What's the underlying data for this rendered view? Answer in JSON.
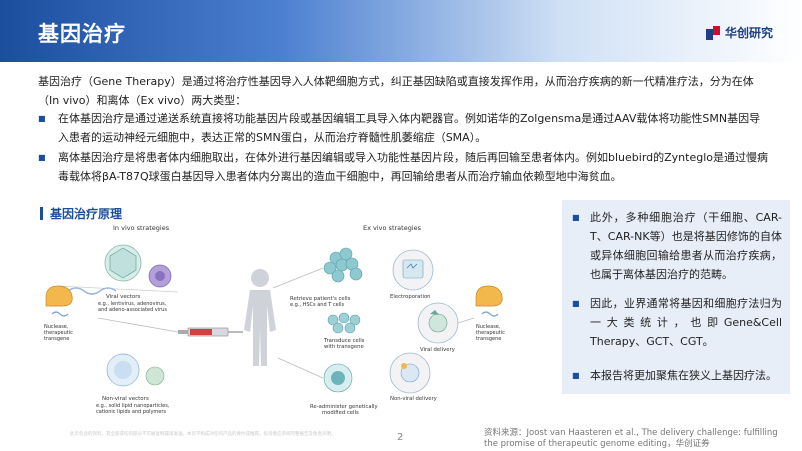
{
  "header": {
    "title": "基因治疗",
    "logo": {
      "text": "华创研究",
      "colors": {
        "blue": "#1c3f85",
        "red": "#c8102e"
      }
    }
  },
  "intro": "基因治疗（Gene Therapy）是通过将治疗性基因导入人体靶细胞方式，纠正基因缺陷或直接发挥作用，从而治疗疾病的新一代精准疗法，分为在体（In vivo）和离体（Ex vivo）两大类型：",
  "bullets": [
    "在体基因治疗是通过递送系统直接将功能基因片段或基因编辑工具导入体内靶器官。例如诺华的Zolgensma是通过AAV载体将功能性SMN基因导入患者的运动神经元细胞中，表达正常的SMN蛋白，从而治疗脊髓性肌萎缩症（SMA）。",
    "离体基因治疗是将患者体内细胞取出，在体外进行基因编辑或导入功能性基因片段，随后再回输至患者体内。例如bluebird的Zynteglo是通过慢病毒载体将βA-T87Q球蛋白基因导入患者体内分离出的造血干细胞中，再回输给患者从而治疗输血依赖型地中海贫血。"
  ],
  "section": {
    "title": "基因治疗原理"
  },
  "figure": {
    "invivo_title": "In vivo strategies",
    "exvivo_title": "Ex vivo strategies",
    "viral_vectors": [
      "Viral vectors",
      "e.g., lentivirus, adenovirus,",
      "and adeno-associated virus"
    ],
    "nonviral_vectors": [
      "Non-viral vectors",
      "e.g., solid lipid nanoparticles,",
      "cationic lipids and polymers"
    ],
    "nuclease_left": [
      "Nuclease,",
      "therapeutic",
      "transgene"
    ],
    "nuclease_right": [
      "Nuclease,",
      "therapeutic",
      "transgene"
    ],
    "retrieve": [
      "Retrieve patient's cells",
      "e.g., HSCs and T cells"
    ],
    "transduce": [
      "Transduce cells",
      "with transgene"
    ],
    "readminister": [
      "Re-administer genetically",
      "modified cells"
    ],
    "electroporation": "Electroporation",
    "viral_delivery": "Viral delivery",
    "nonviral_delivery": "Non-viral delivery"
  },
  "right_panel": {
    "items": [
      "此外，多种细胞治疗（干细胞、CAR-T、CAR-NK等）也是将基因修饰的自体或异体细胞回输给患者从而治疗疾病，也属于离体基因治疗的范畴。",
      "因此，业界通常将基因和细胞疗法归为一大类统计，也即Gene&Cell Therapy、GCT、CGT。",
      "本报告将更加聚焦在狭义上基因疗法。"
    ]
  },
  "footer": {
    "source": "资料来源：Joost van Haasteren et al., The delivery challenge: fulfilling the promise of therapeutic genome editing，华创证券",
    "page": "2",
    "disclaimer": "此页包含的资料，其全部或任何部分不可被复制或再发送。本页不构成对任何产品的要约或推荐。投资者应参阅完整报告及免责声明。"
  },
  "colors": {
    "accent": "#1c4e9e",
    "panel_bg": "#e8eef8"
  }
}
